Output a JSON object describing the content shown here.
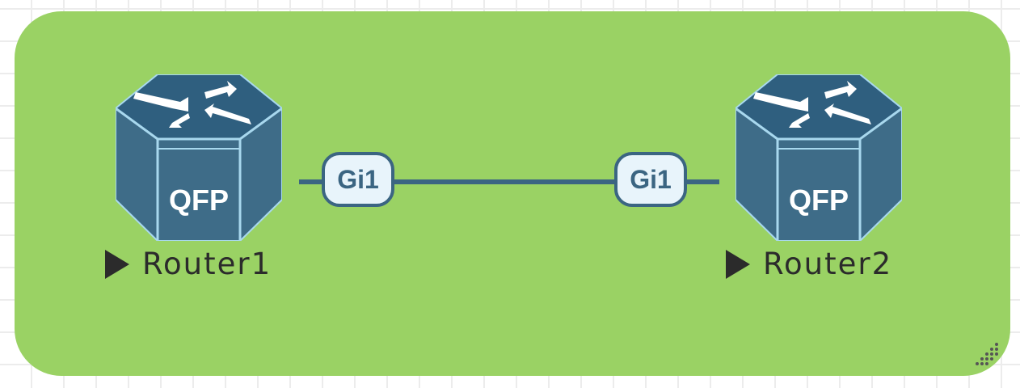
{
  "colors": {
    "group": "#9ad264",
    "link": "#3b6582",
    "router": "#3e6c88"
  },
  "nodes": [
    {
      "name": "Router1",
      "icon": "router-qfp-icon",
      "icon_text": "QFP",
      "interface": "Gi1"
    },
    {
      "name": "Router2",
      "icon": "router-qfp-icon",
      "icon_text": "QFP",
      "interface": "Gi1"
    }
  ]
}
